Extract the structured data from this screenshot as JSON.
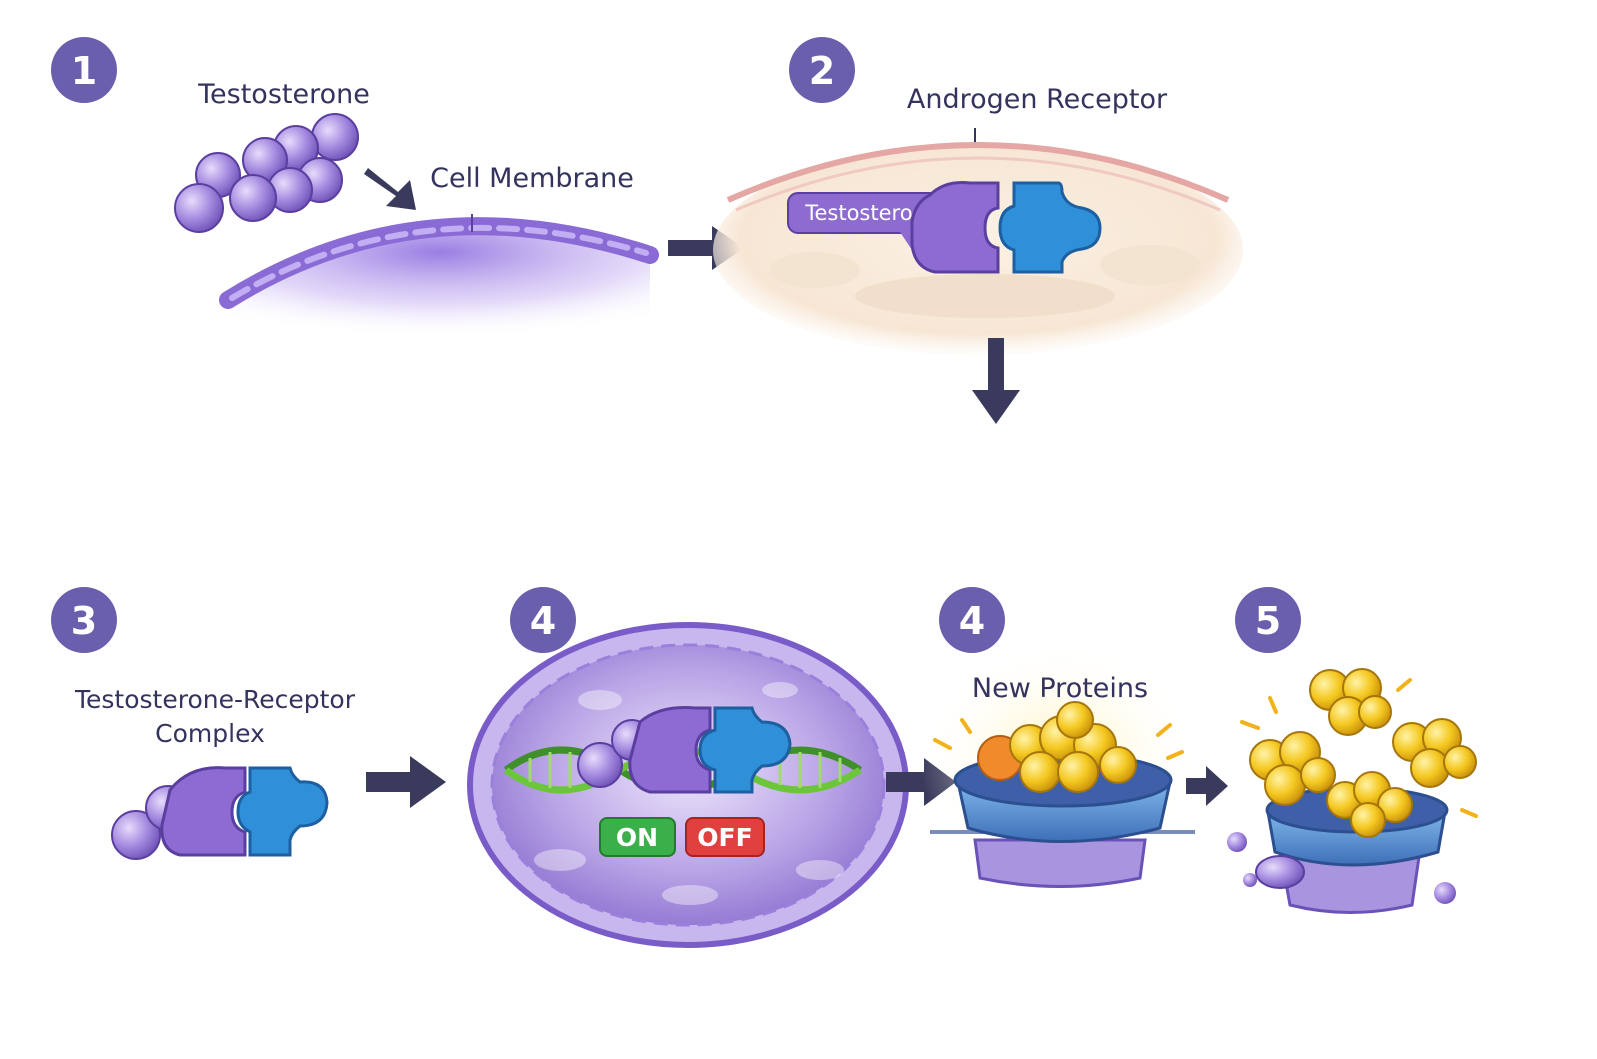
{
  "steps": [
    {
      "number": "1",
      "labels": {
        "hormone": "Testosterone",
        "membrane": "Cell Membrane"
      }
    },
    {
      "number": "2",
      "labels": {
        "receptor": "Androgen Receptor",
        "hormone_tag": "Testosterone"
      }
    },
    {
      "number": "3",
      "labels": {
        "complex_line1": "Testosterone-Receptor",
        "complex_line2": "Complex"
      }
    },
    {
      "number": "4",
      "labels": {
        "switch_on": "ON",
        "switch_off": "OFF"
      }
    },
    {
      "number": "4",
      "labels": {
        "proteins": "New Proteins"
      }
    },
    {
      "number": "5"
    }
  ],
  "colors": {
    "badge": "#6a5fad",
    "molecule": "#9b7fd8",
    "receptor": "#2f8fd8",
    "arrow": "#3a3a5c",
    "dna_green": "#5cb531",
    "on": "#3bb04a",
    "off": "#e0413e",
    "protein": "#f2c21c"
  },
  "icons": [
    "arrow-right-icon",
    "arrow-down-icon"
  ]
}
